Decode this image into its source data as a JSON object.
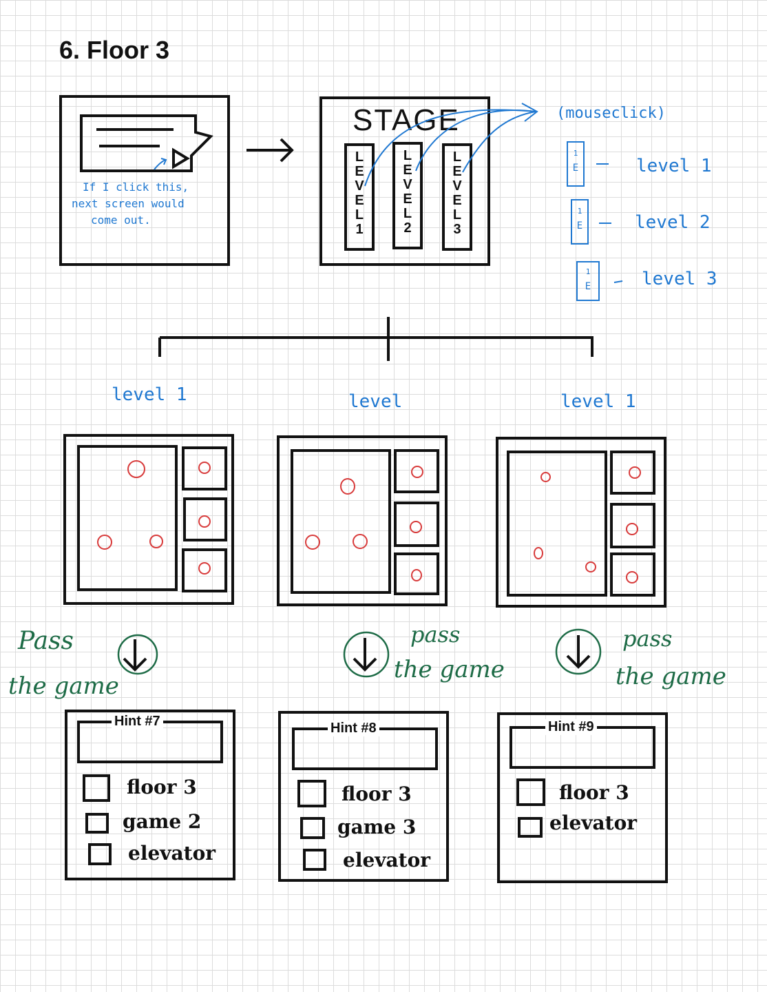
{
  "title": "6. Floor 3",
  "intro": {
    "note": [
      "If I click this,",
      "next screen would",
      "come out."
    ]
  },
  "stage": {
    "label": "STAGE",
    "levels": [
      "LEVEL1",
      "LEVEL2",
      "LEVEL3"
    ]
  },
  "legend": {
    "header": "(mouseclick)",
    "items": [
      "level 1",
      "level 2",
      "level 3"
    ]
  },
  "games": {
    "labels": [
      "level 1",
      "level",
      "level 1"
    ]
  },
  "pass_labels": [
    [
      "Pass",
      "the game"
    ],
    [
      "pass",
      "the game"
    ],
    [
      "pass",
      "the game"
    ]
  ],
  "hints": [
    {
      "title": "Hint #7",
      "items": [
        "floor 3",
        "game 2",
        "elevator"
      ]
    },
    {
      "title": "Hint #8",
      "items": [
        "floor 3",
        "game 3",
        "elevator"
      ]
    },
    {
      "title": "Hint #9",
      "items": [
        "floor 3",
        "elevator"
      ]
    }
  ],
  "colors": {
    "ink": "#111111",
    "annotation_blue": "#1f78d1",
    "annotation_green": "#1d6b46",
    "target_red": "#d83a3a"
  }
}
